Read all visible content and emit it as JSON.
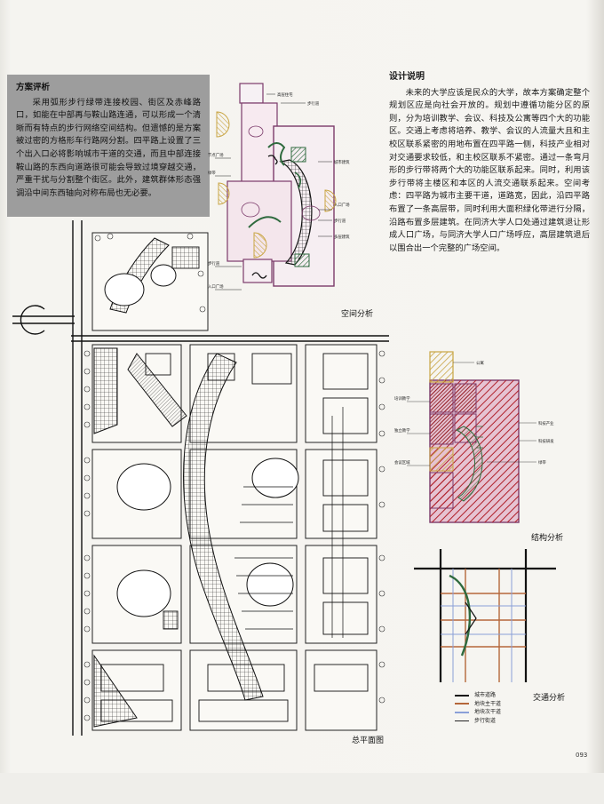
{
  "review": {
    "title": "方案评析",
    "body": "采用弧形步行绿带连接校园、街区及赤峰路口，如能在中部再与鞍山路连通，可以形成一个清晰而有特点的步行网络空间结构。但遗憾的是方案被过密的方格形车行路网分割。四平路上设置了三个出入口必将影响城市干道的交通，而且中部连接鞍山路的东西向道路很可能会导致过境穿越交通，严重干扰与分割整个街区。此外，建筑群体形态强调沿中间东西轴向对称布局也无必要。"
  },
  "design": {
    "title": "设计说明",
    "body": "未来的大学应该是民众的大学，故本方案确定整个规划区应是向社会开放的。规划中遵循功能分区的原则，分为培训教学、会议、科技及公寓等四个大的功能区。交通上考虑将培养、教学、会议的人流量大且和主校区联系紧密的用地布置在四平路一侧，科技产业相对对交通要求较低，和主校区联系不紧密。通过一条弯月形的步行带将两个大的功能区联系起来。同时，利用该步行带将主楼区和本区的人流交通联系起来。空间考虑：四平路为城市主要干道，道路宽，因此，沿四平路布置了一条高层带，同时利用大面积绿化带进行分隔，沿路布置多层建筑。在同济大学人口处通过建筑退让形成人口广场，与同济大学人口广场呼应，高层建筑退后以围合出一个完整的广场空间。"
  },
  "captions": {
    "space": "空间分析",
    "structure": "结构分析",
    "traffic": "交通分析",
    "masterplan": "总平面图"
  },
  "space_labels": [
    "高层住宅",
    "步行道",
    "节点广场",
    "绿带",
    "城市建筑",
    "入口广场",
    "步行道",
    "多层建筑",
    "步行道",
    "入口广场"
  ],
  "structure_labels": [
    "公寓",
    "培训教学",
    "独立教学",
    "会议区域",
    "科技产业",
    "科技研发",
    "绿带"
  ],
  "legend": {
    "items": [
      {
        "label": "城市道路",
        "color": "#111111"
      },
      {
        "label": "地块主干道",
        "color": "#b5673a"
      },
      {
        "label": "地块次干道",
        "color": "#8aa0d8"
      },
      {
        "label": "步行街道",
        "color": "#222222"
      }
    ]
  },
  "page_number": "093",
  "colors": {
    "hatch_red": "#b0202a",
    "hatch_yellow": "#c9a544",
    "hatch_purple": "#7b3a6a",
    "green": "#2f6a3e"
  }
}
